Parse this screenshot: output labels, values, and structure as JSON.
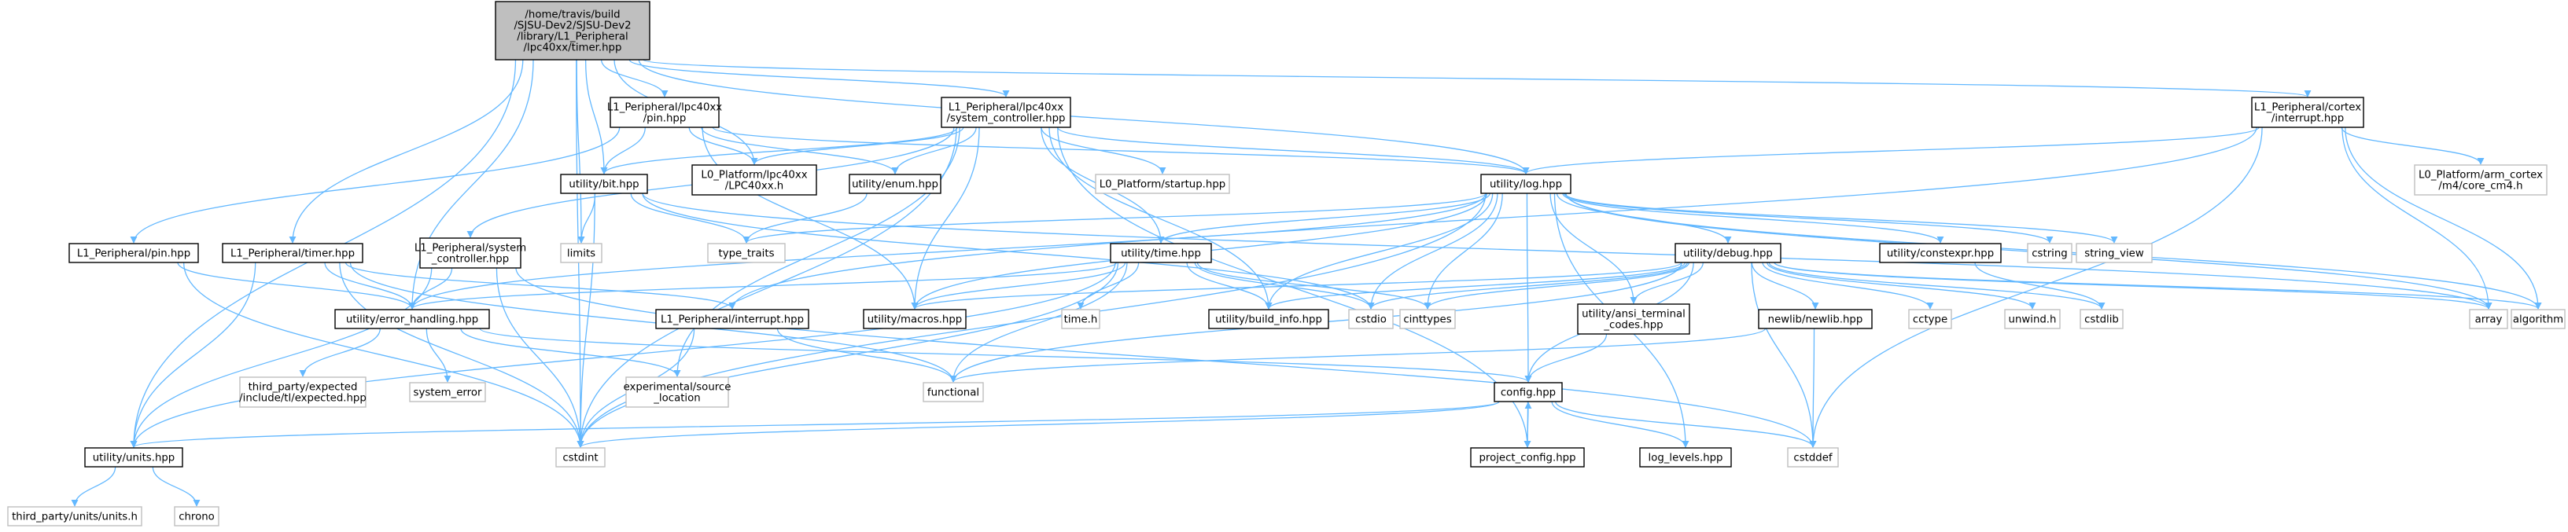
{
  "graph": {
    "edge_color": "#63b8ff",
    "root_fill": "#bfbfbf",
    "nodes": [
      {
        "id": "root",
        "lines": [
          "/home/travis/build",
          "/SJSU-Dev2/SJSU-Dev2",
          "/library/L1_Peripheral",
          "/lpc40xx/timer.hpp"
        ],
        "style": "root"
      },
      {
        "id": "pin_hpp",
        "lines": [
          "L1_Peripheral/lpc40xx",
          "/pin.hpp"
        ],
        "style": "doc"
      },
      {
        "id": "sysctl",
        "lines": [
          "L1_Peripheral/lpc40xx",
          "/system_controller.hpp"
        ],
        "style": "doc"
      },
      {
        "id": "cortex_int",
        "lines": [
          "L1_Peripheral/cortex",
          "/interrupt.hpp"
        ],
        "style": "doc"
      },
      {
        "id": "core_cm4",
        "lines": [
          "L0_Platform/arm_cortex",
          "/m4/core_cm4.h"
        ],
        "style": "ext"
      },
      {
        "id": "bit",
        "lines": [
          "utility/bit.hpp"
        ],
        "style": "doc"
      },
      {
        "id": "lpc40xx_h",
        "lines": [
          "L0_Platform/lpc40xx",
          "/LPC40xx.h"
        ],
        "style": "doc"
      },
      {
        "id": "enum",
        "lines": [
          "utility/enum.hpp"
        ],
        "style": "doc"
      },
      {
        "id": "startup",
        "lines": [
          "L0_Platform/startup.hpp"
        ],
        "style": "ext"
      },
      {
        "id": "log",
        "lines": [
          "utility/log.hpp"
        ],
        "style": "doc"
      },
      {
        "id": "l1pin",
        "lines": [
          "L1_Peripheral/pin.hpp"
        ],
        "style": "doc"
      },
      {
        "id": "l1timer",
        "lines": [
          "L1_Peripheral/timer.hpp"
        ],
        "style": "doc"
      },
      {
        "id": "l1sysctl",
        "lines": [
          "L1_Peripheral/system",
          "_controller.hpp"
        ],
        "style": "doc"
      },
      {
        "id": "limits",
        "lines": [
          "limits"
        ],
        "style": "ext"
      },
      {
        "id": "type_traits",
        "lines": [
          "type_traits"
        ],
        "style": "ext"
      },
      {
        "id": "time",
        "lines": [
          "utility/time.hpp"
        ],
        "style": "doc"
      },
      {
        "id": "debug",
        "lines": [
          "utility/debug.hpp"
        ],
        "style": "doc"
      },
      {
        "id": "constexpr",
        "lines": [
          "utility/constexpr.hpp"
        ],
        "style": "doc"
      },
      {
        "id": "cstring",
        "lines": [
          "cstring"
        ],
        "style": "ext"
      },
      {
        "id": "string_view",
        "lines": [
          "string_view"
        ],
        "style": "ext"
      },
      {
        "id": "array",
        "lines": [
          "array"
        ],
        "style": "ext"
      },
      {
        "id": "algorithm",
        "lines": [
          "algorithm"
        ],
        "style": "ext"
      },
      {
        "id": "error",
        "lines": [
          "utility/error_handling.hpp"
        ],
        "style": "doc"
      },
      {
        "id": "l1int",
        "lines": [
          "L1_Peripheral/interrupt.hpp"
        ],
        "style": "doc"
      },
      {
        "id": "macros",
        "lines": [
          "utility/macros.hpp"
        ],
        "style": "doc"
      },
      {
        "id": "timeh",
        "lines": [
          "time.h"
        ],
        "style": "ext"
      },
      {
        "id": "build_info",
        "lines": [
          "utility/build_info.hpp"
        ],
        "style": "doc"
      },
      {
        "id": "cstdio",
        "lines": [
          "cstdio"
        ],
        "style": "ext"
      },
      {
        "id": "cinttypes",
        "lines": [
          "cinttypes"
        ],
        "style": "ext"
      },
      {
        "id": "ansi",
        "lines": [
          "utility/ansi_terminal",
          "_codes.hpp"
        ],
        "style": "doc"
      },
      {
        "id": "newlib",
        "lines": [
          "newlib/newlib.hpp"
        ],
        "style": "doc"
      },
      {
        "id": "cctype",
        "lines": [
          "cctype"
        ],
        "style": "ext"
      },
      {
        "id": "unwind",
        "lines": [
          "unwind.h"
        ],
        "style": "ext"
      },
      {
        "id": "cstdlib",
        "lines": [
          "cstdlib"
        ],
        "style": "ext"
      },
      {
        "id": "expected",
        "lines": [
          "third_party/expected",
          "/include/tl/expected.hpp"
        ],
        "style": "ext"
      },
      {
        "id": "system_error",
        "lines": [
          "system_error"
        ],
        "style": "ext"
      },
      {
        "id": "exp_src",
        "lines": [
          "experimental/source",
          "_location"
        ],
        "style": "ext"
      },
      {
        "id": "functional",
        "lines": [
          "functional"
        ],
        "style": "ext"
      },
      {
        "id": "config",
        "lines": [
          "config.hpp"
        ],
        "style": "doc"
      },
      {
        "id": "units",
        "lines": [
          "utility/units.hpp"
        ],
        "style": "doc"
      },
      {
        "id": "cstdint",
        "lines": [
          "cstdint"
        ],
        "style": "ext"
      },
      {
        "id": "project_config",
        "lines": [
          "project_config.hpp"
        ],
        "style": "doc"
      },
      {
        "id": "log_levels",
        "lines": [
          "log_levels.hpp"
        ],
        "style": "doc"
      },
      {
        "id": "cstddef",
        "lines": [
          "cstddef"
        ],
        "style": "ext"
      },
      {
        "id": "units_h",
        "lines": [
          "third_party/units/units.h"
        ],
        "style": "ext"
      },
      {
        "id": "chrono",
        "lines": [
          "chrono"
        ],
        "style": "ext"
      }
    ],
    "edges": [
      [
        "root",
        "pin_hpp"
      ],
      [
        "root",
        "sysctl"
      ],
      [
        "root",
        "cortex_int"
      ],
      [
        "root",
        "bit"
      ],
      [
        "root",
        "lpc40xx_h"
      ],
      [
        "root",
        "log"
      ],
      [
        "root",
        "l1timer"
      ],
      [
        "root",
        "error"
      ],
      [
        "root",
        "limits"
      ],
      [
        "root",
        "units"
      ],
      [
        "root",
        "cstdint"
      ],
      [
        "pin_hpp",
        "bit"
      ],
      [
        "pin_hpp",
        "lpc40xx_h"
      ],
      [
        "pin_hpp",
        "enum"
      ],
      [
        "pin_hpp",
        "l1pin"
      ],
      [
        "pin_hpp",
        "log"
      ],
      [
        "pin_hpp",
        "macros"
      ],
      [
        "sysctl",
        "bit"
      ],
      [
        "sysctl",
        "lpc40xx_h"
      ],
      [
        "sysctl",
        "enum"
      ],
      [
        "sysctl",
        "startup"
      ],
      [
        "sysctl",
        "log"
      ],
      [
        "sysctl",
        "l1sysctl"
      ],
      [
        "sysctl",
        "time"
      ],
      [
        "sysctl",
        "macros"
      ],
      [
        "sysctl",
        "build_info"
      ],
      [
        "sysctl",
        "project_config"
      ],
      [
        "sysctl",
        "cstdint"
      ],
      [
        "sysctl",
        "exp_src"
      ],
      [
        "cortex_int",
        "core_cm4"
      ],
      [
        "cortex_int",
        "log"
      ],
      [
        "cortex_int",
        "l1int"
      ],
      [
        "cortex_int",
        "array"
      ],
      [
        "cortex_int",
        "algorithm"
      ],
      [
        "cortex_int",
        "cstddef"
      ],
      [
        "bit",
        "limits"
      ],
      [
        "bit",
        "type_traits"
      ],
      [
        "bit",
        "cstdint"
      ],
      [
        "bit",
        "cstdio"
      ],
      [
        "bit",
        "array"
      ],
      [
        "enum",
        "type_traits"
      ],
      [
        "log",
        "type_traits"
      ],
      [
        "log",
        "time"
      ],
      [
        "log",
        "debug"
      ],
      [
        "log",
        "constexpr"
      ],
      [
        "log",
        "cstring"
      ],
      [
        "log",
        "string_view"
      ],
      [
        "log",
        "array"
      ],
      [
        "log",
        "algorithm"
      ],
      [
        "log",
        "error"
      ],
      [
        "log",
        "macros"
      ],
      [
        "log",
        "cstdio"
      ],
      [
        "log",
        "cinttypes"
      ],
      [
        "log",
        "ansi"
      ],
      [
        "log",
        "config"
      ],
      [
        "log",
        "log_levels"
      ],
      [
        "log",
        "cstdint"
      ],
      [
        "log",
        "build_info"
      ],
      [
        "l1pin",
        "error"
      ],
      [
        "l1pin",
        "cstdint"
      ],
      [
        "l1timer",
        "error"
      ],
      [
        "l1timer",
        "l1int"
      ],
      [
        "l1timer",
        "units"
      ],
      [
        "l1timer",
        "functional"
      ],
      [
        "l1timer",
        "cstdint"
      ],
      [
        "l1sysctl",
        "error"
      ],
      [
        "l1sysctl",
        "units"
      ],
      [
        "l1sysctl",
        "cstdint"
      ],
      [
        "l1sysctl",
        "cstddef"
      ],
      [
        "time",
        "timeh"
      ],
      [
        "time",
        "build_info"
      ],
      [
        "time",
        "cstdio"
      ],
      [
        "time",
        "cinttypes"
      ],
      [
        "time",
        "functional"
      ],
      [
        "time",
        "macros"
      ],
      [
        "time",
        "units"
      ],
      [
        "time",
        "cstdint"
      ],
      [
        "time",
        "error"
      ],
      [
        "debug",
        "cstdio"
      ],
      [
        "debug",
        "cinttypes"
      ],
      [
        "debug",
        "ansi"
      ],
      [
        "debug",
        "newlib"
      ],
      [
        "debug",
        "cctype"
      ],
      [
        "debug",
        "unwind"
      ],
      [
        "debug",
        "cstdlib"
      ],
      [
        "debug",
        "array"
      ],
      [
        "debug",
        "algorithm"
      ],
      [
        "debug",
        "build_info"
      ],
      [
        "debug",
        "macros"
      ],
      [
        "debug",
        "config"
      ],
      [
        "debug",
        "cstddef"
      ],
      [
        "debug",
        "functional"
      ],
      [
        "constexpr",
        "cstdlib"
      ],
      [
        "error",
        "expected"
      ],
      [
        "error",
        "system_error"
      ],
      [
        "error",
        "exp_src"
      ],
      [
        "error",
        "config"
      ],
      [
        "l1int",
        "functional"
      ],
      [
        "l1int",
        "cstdint"
      ],
      [
        "ansi",
        "config"
      ],
      [
        "newlib",
        "functional"
      ],
      [
        "newlib",
        "cstddef"
      ],
      [
        "config",
        "cstdint"
      ],
      [
        "config",
        "units"
      ],
      [
        "config",
        "project_config"
      ],
      [
        "config",
        "log_levels"
      ],
      [
        "config",
        "cstddef"
      ],
      [
        "project_config",
        "config"
      ],
      [
        "units",
        "units_h"
      ],
      [
        "units",
        "chrono"
      ]
    ]
  }
}
